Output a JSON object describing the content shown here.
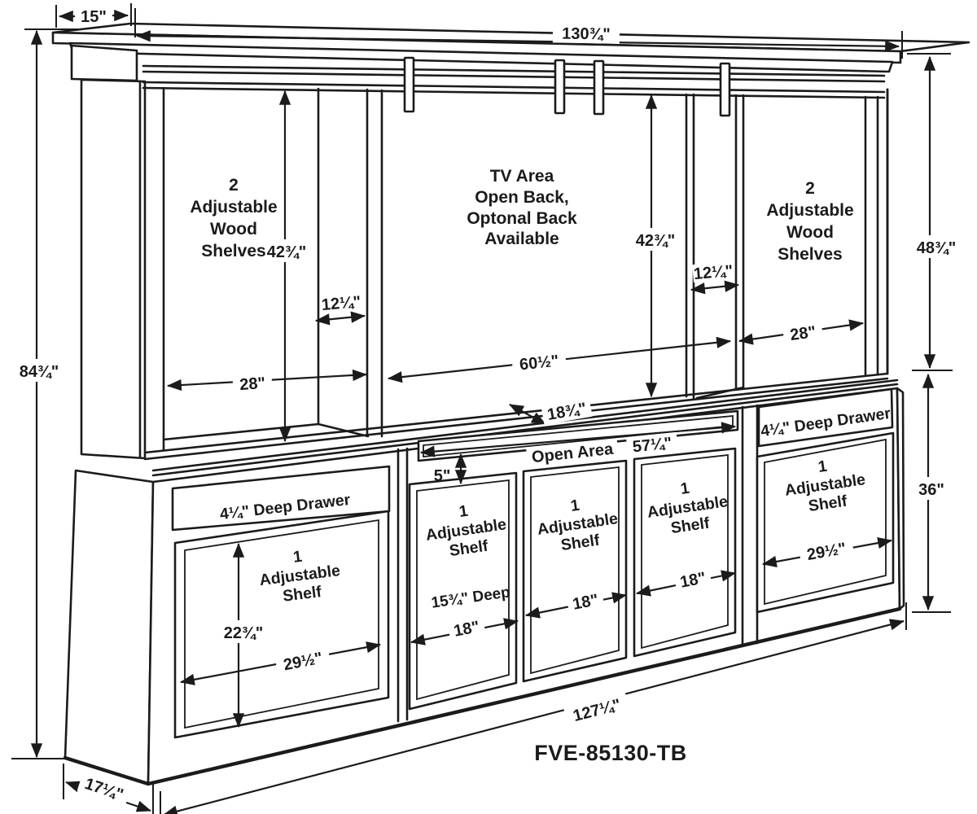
{
  "title": "Entertainment center dimension drawing",
  "model_number": "FVE-85130-TB",
  "colors": {
    "line": "#1b1b1b",
    "background": "#ffffff"
  },
  "hutch": {
    "left_shelves": {
      "lines": [
        "2",
        "Adjustable",
        "Wood",
        "Shelves"
      ]
    },
    "right_shelves": {
      "lines": [
        "2",
        "Adjustable",
        "Wood",
        "Shelves"
      ]
    },
    "tv_area": {
      "lines": [
        "TV Area",
        "Open Back,",
        "Optonal Back",
        "Available"
      ]
    }
  },
  "base": {
    "left_drawer_label": "4¼\" Deep Drawer",
    "right_drawer_label": "4¼\" Deep Drawer",
    "open_area_label": "Open Area",
    "left_door": {
      "lines": [
        "1",
        "Adjustable",
        "Shelf"
      ]
    },
    "door1": {
      "lines": [
        "1",
        "Adjustable",
        "Shelf"
      ],
      "depth_note": "15¾\" Deep"
    },
    "door2": {
      "lines": [
        "1",
        "Adjustable",
        "Shelf"
      ]
    },
    "door3": {
      "lines": [
        "1",
        "Adjustable",
        "Shelf"
      ]
    },
    "right_door": {
      "lines": [
        "1",
        "Adjustable",
        "Shelf"
      ]
    }
  },
  "dims": {
    "top_depth": "15\"",
    "overall_width": "130¾\"",
    "overall_height": "84¾\"",
    "hutch_height": "48¾\"",
    "base_height": "36\"",
    "shelf_height_left": "42¾\"",
    "shelf_height_right": "42¾\"",
    "shelf_depth_left": "12¼\"",
    "shelf_depth_right": "12¼\"",
    "shelf_width_left": "28\"",
    "shelf_width_right": "28\"",
    "tv_width": "60½\"",
    "counter_depth": "18¾\"",
    "open_area_width": "57¼\"",
    "open_area_height": "5\"",
    "left_door_width": "29½\"",
    "left_door_height": "22¾\"",
    "door1_width": "18\"",
    "door2_width": "18\"",
    "door3_width": "18\"",
    "right_door_width": "29½\"",
    "base_depth": "17¼\"",
    "base_width": "127¼\""
  }
}
